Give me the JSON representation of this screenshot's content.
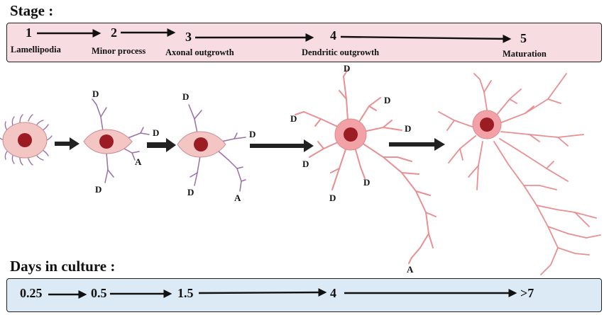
{
  "stage_heading": "Stage :",
  "stages": [
    {
      "number": "1",
      "label": "Lamellipodia"
    },
    {
      "number": "2",
      "label": "Minor process"
    },
    {
      "number": "3",
      "label": "Axonal outgrowth"
    },
    {
      "number": "4",
      "label": "Dendritic outgrowth"
    },
    {
      "number": "5",
      "label": "Maturation"
    }
  ],
  "days_heading": "Days in culture :",
  "days": [
    "0.25",
    "0.5",
    "1.5",
    "4",
    ">7"
  ],
  "neuron_labels": {
    "dendrite": "D",
    "axon": "A"
  },
  "colors": {
    "stage_panel": "#f7dde2",
    "days_panel": "#dceaf5",
    "early_soma": "#f3c6c3",
    "nucleus": "#9b1c22",
    "early_process": "#9a6fa6",
    "mature_neuron": "#e98f92"
  }
}
